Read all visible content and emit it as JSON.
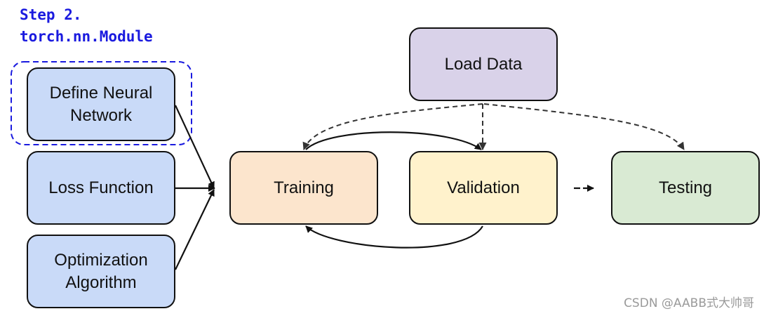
{
  "header": {
    "line1": "Step 2.",
    "line2": "torch.nn.Module"
  },
  "nodes": {
    "define_network": "Define Neural\nNetwork",
    "loss_function": "Loss Function",
    "optimization": "Optimization\nAlgorithm",
    "load_data": "Load Data",
    "training": "Training",
    "validation": "Validation",
    "testing": "Testing"
  },
  "colors": {
    "title": "#1a1adf",
    "highlight_border": "#1a1adf",
    "module_boxes": "#c9daf8",
    "load_data": "#d9d2e9",
    "training": "#fce5cd",
    "validation": "#fff2cc",
    "testing": "#d9ead3"
  },
  "watermark": "CSDN @AABB式大帅哥"
}
